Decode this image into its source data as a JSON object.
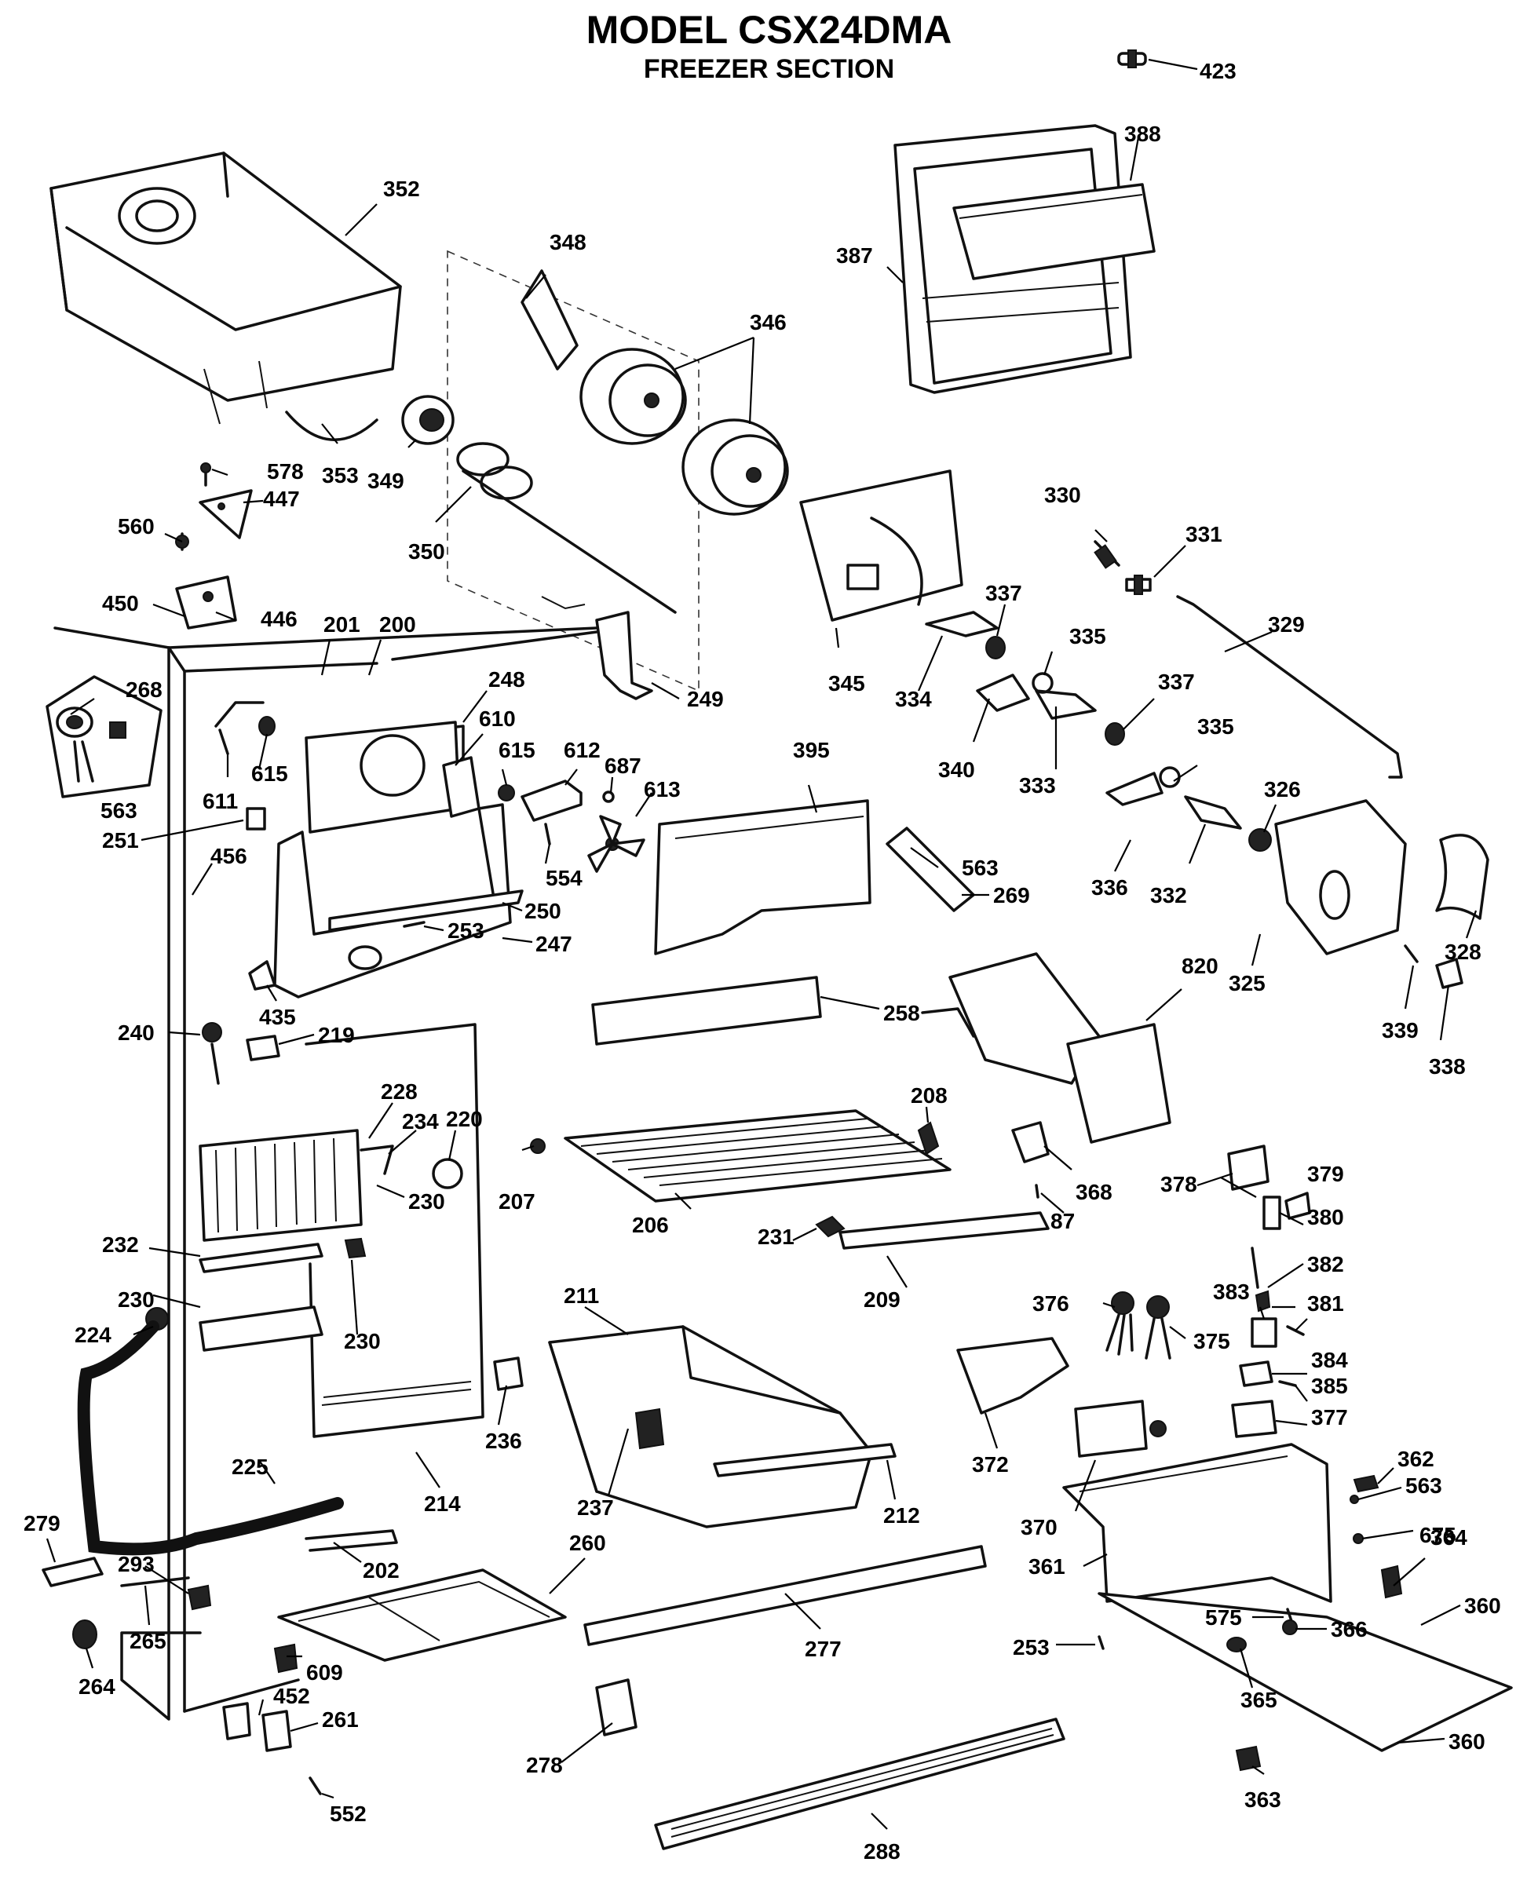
{
  "header": {
    "title": "MODEL CSX24DMA",
    "subtitle": "FREEZER SECTION"
  },
  "parts": [
    {
      "id": "p423",
      "label": "423"
    },
    {
      "id": "p388",
      "label": "388"
    },
    {
      "id": "p387",
      "label": "387"
    },
    {
      "id": "p352",
      "label": "352"
    },
    {
      "id": "p348",
      "label": "348"
    },
    {
      "id": "p346",
      "label": "346"
    },
    {
      "id": "p578",
      "label": "578"
    },
    {
      "id": "p447",
      "label": "447"
    },
    {
      "id": "p353",
      "label": "353"
    },
    {
      "id": "p349",
      "label": "349"
    },
    {
      "id": "p560",
      "label": "560"
    },
    {
      "id": "p350",
      "label": "350"
    },
    {
      "id": "p330",
      "label": "330"
    },
    {
      "id": "p331",
      "label": "331"
    },
    {
      "id": "p450",
      "label": "450"
    },
    {
      "id": "p446",
      "label": "446"
    },
    {
      "id": "p201",
      "label": "201"
    },
    {
      "id": "p200",
      "label": "200"
    },
    {
      "id": "p337a",
      "label": "337"
    },
    {
      "id": "p329",
      "label": "329"
    },
    {
      "id": "p345",
      "label": "345"
    },
    {
      "id": "p335a",
      "label": "335"
    },
    {
      "id": "p268",
      "label": "268"
    },
    {
      "id": "p248",
      "label": "248"
    },
    {
      "id": "p249",
      "label": "249"
    },
    {
      "id": "p334",
      "label": "334"
    },
    {
      "id": "p337b",
      "label": "337"
    },
    {
      "id": "p610",
      "label": "610"
    },
    {
      "id": "p563a",
      "label": "563"
    },
    {
      "id": "p615a",
      "label": "615"
    },
    {
      "id": "p615b",
      "label": "615"
    },
    {
      "id": "p612",
      "label": "612"
    },
    {
      "id": "p395",
      "label": "395"
    },
    {
      "id": "p340",
      "label": "340"
    },
    {
      "id": "p333",
      "label": "333"
    },
    {
      "id": "p335b",
      "label": "335"
    },
    {
      "id": "p611",
      "label": "611"
    },
    {
      "id": "p687",
      "label": "687"
    },
    {
      "id": "p613",
      "label": "613"
    },
    {
      "id": "p326",
      "label": "326"
    },
    {
      "id": "p251",
      "label": "251"
    },
    {
      "id": "p554",
      "label": "554"
    },
    {
      "id": "p563b",
      "label": "563"
    },
    {
      "id": "p336",
      "label": "336"
    },
    {
      "id": "p456",
      "label": "456"
    },
    {
      "id": "p332",
      "label": "332"
    },
    {
      "id": "p269",
      "label": "269"
    },
    {
      "id": "p250",
      "label": "250"
    },
    {
      "id": "p253a",
      "label": "253"
    },
    {
      "id": "p247",
      "label": "247"
    },
    {
      "id": "p328",
      "label": "328"
    },
    {
      "id": "p820",
      "label": "820"
    },
    {
      "id": "p325",
      "label": "325"
    },
    {
      "id": "p435",
      "label": "435"
    },
    {
      "id": "p258",
      "label": "258"
    },
    {
      "id": "p240",
      "label": "240"
    },
    {
      "id": "p219",
      "label": "219"
    },
    {
      "id": "p339",
      "label": "339"
    },
    {
      "id": "p338",
      "label": "338"
    },
    {
      "id": "p208",
      "label": "208"
    },
    {
      "id": "p228",
      "label": "228"
    },
    {
      "id": "p234",
      "label": "234"
    },
    {
      "id": "p220",
      "label": "220"
    },
    {
      "id": "p207",
      "label": "207"
    },
    {
      "id": "p379",
      "label": "379"
    },
    {
      "id": "p378",
      "label": "378"
    },
    {
      "id": "p368",
      "label": "368"
    },
    {
      "id": "p230a",
      "label": "230"
    },
    {
      "id": "p87",
      "label": "87"
    },
    {
      "id": "p206",
      "label": "206"
    },
    {
      "id": "p231",
      "label": "231"
    },
    {
      "id": "p380",
      "label": "380"
    },
    {
      "id": "p232",
      "label": "232"
    },
    {
      "id": "p382",
      "label": "382"
    },
    {
      "id": "p211",
      "label": "211"
    },
    {
      "id": "p209",
      "label": "209"
    },
    {
      "id": "p376",
      "label": "376"
    },
    {
      "id": "p230b",
      "label": "230"
    },
    {
      "id": "p383",
      "label": "383"
    },
    {
      "id": "p381",
      "label": "381"
    },
    {
      "id": "p224",
      "label": "224"
    },
    {
      "id": "p375",
      "label": "375"
    },
    {
      "id": "p230c",
      "label": "230"
    },
    {
      "id": "p384",
      "label": "384"
    },
    {
      "id": "p385",
      "label": "385"
    },
    {
      "id": "p377",
      "label": "377"
    },
    {
      "id": "p236",
      "label": "236"
    },
    {
      "id": "p362",
      "label": "362"
    },
    {
      "id": "p214",
      "label": "214"
    },
    {
      "id": "p225",
      "label": "225"
    },
    {
      "id": "p372",
      "label": "372"
    },
    {
      "id": "p237",
      "label": "237"
    },
    {
      "id": "p563c",
      "label": "563"
    },
    {
      "id": "p212",
      "label": "212"
    },
    {
      "id": "p370",
      "label": "370"
    },
    {
      "id": "p675",
      "label": "675"
    },
    {
      "id": "p364",
      "label": "364"
    },
    {
      "id": "p279",
      "label": "279"
    },
    {
      "id": "p260",
      "label": "260"
    },
    {
      "id": "p202",
      "label": "202"
    },
    {
      "id": "p361",
      "label": "361"
    },
    {
      "id": "p293",
      "label": "293"
    },
    {
      "id": "p360a",
      "label": "360"
    },
    {
      "id": "p265",
      "label": "265"
    },
    {
      "id": "p575",
      "label": "575"
    },
    {
      "id": "p366",
      "label": "366"
    },
    {
      "id": "p277",
      "label": "277"
    },
    {
      "id": "p253b",
      "label": "253"
    },
    {
      "id": "p609",
      "label": "609"
    },
    {
      "id": "p264",
      "label": "264"
    },
    {
      "id": "p452",
      "label": "452"
    },
    {
      "id": "p365",
      "label": "365"
    },
    {
      "id": "p261",
      "label": "261"
    },
    {
      "id": "p360b",
      "label": "360"
    },
    {
      "id": "p278",
      "label": "278"
    },
    {
      "id": "p363",
      "label": "363"
    },
    {
      "id": "p552",
      "label": "552"
    },
    {
      "id": "p288",
      "label": "288"
    }
  ]
}
